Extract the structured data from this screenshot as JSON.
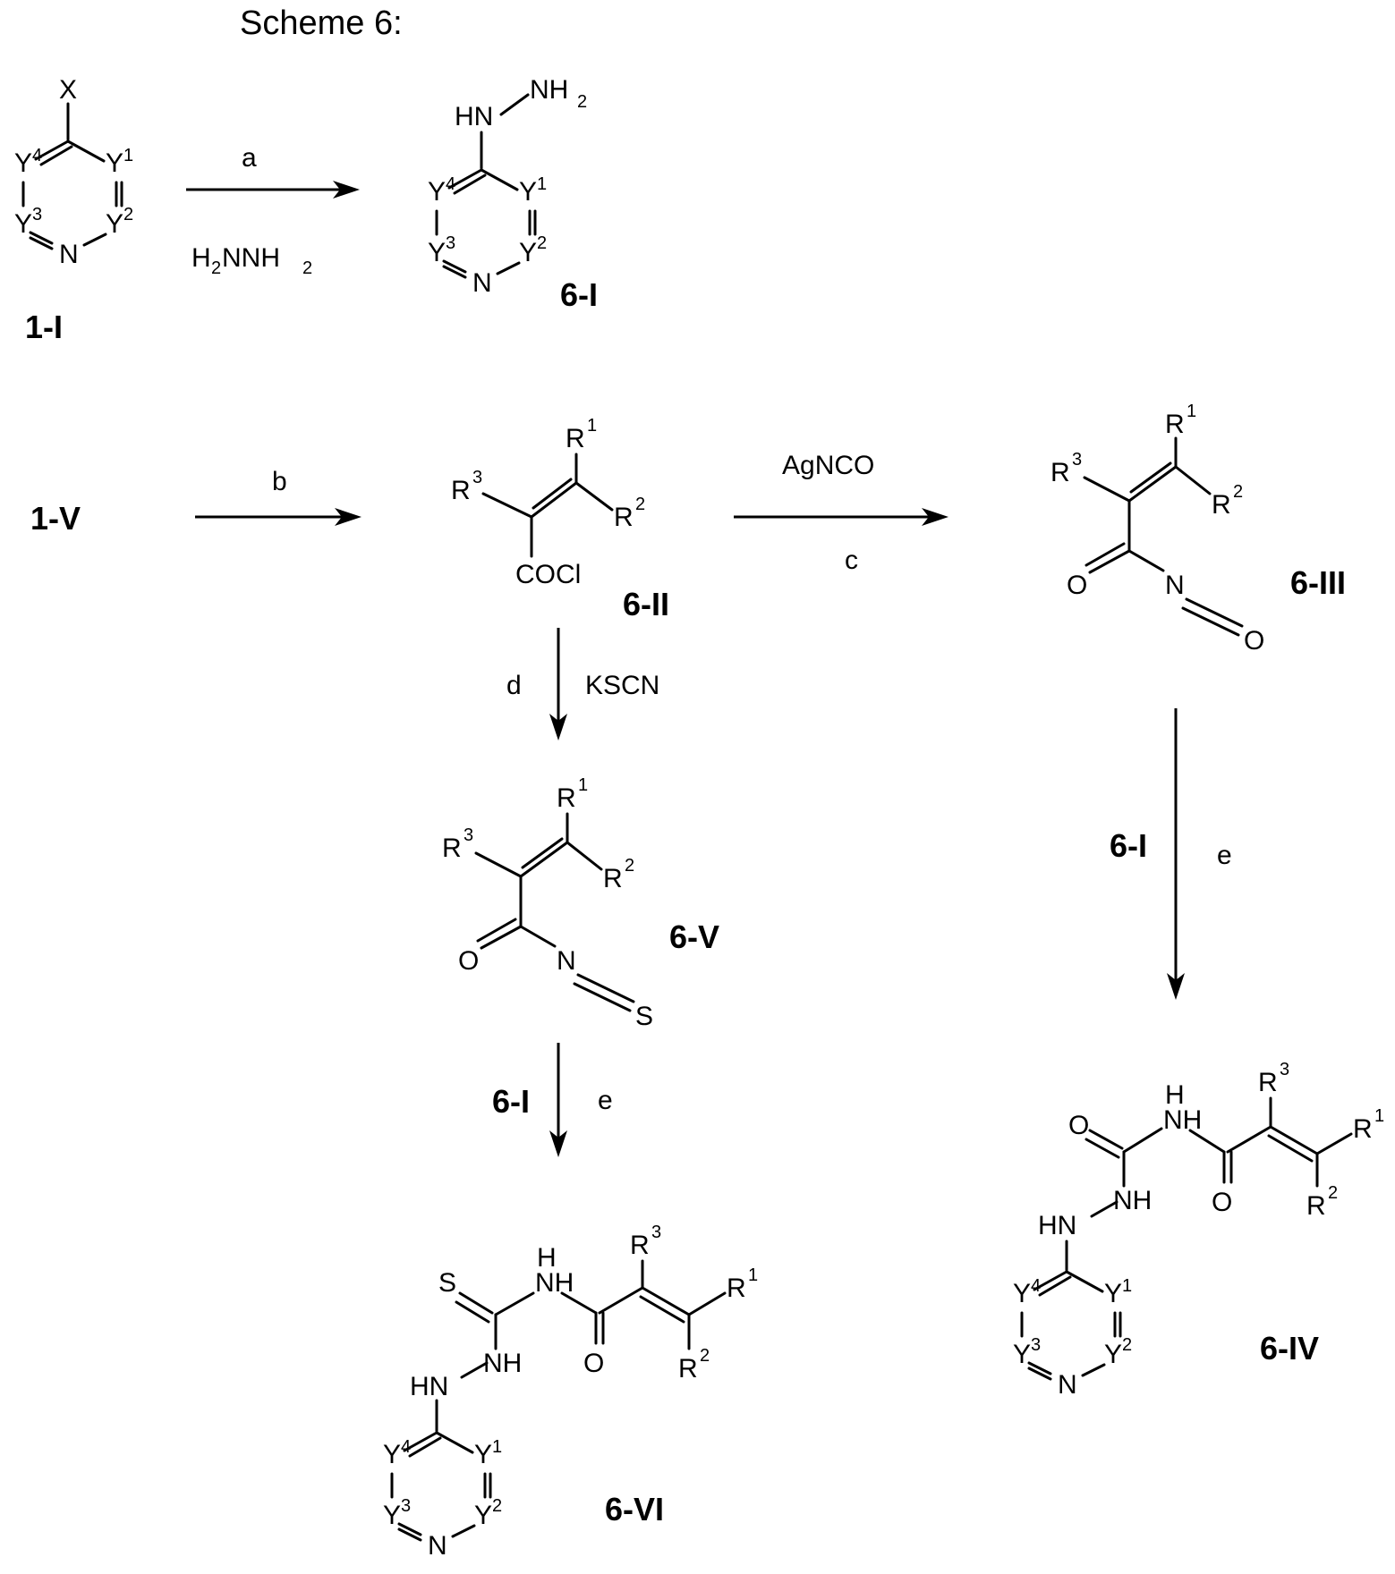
{
  "title": "Scheme 6:",
  "atoms": {
    "X": "X",
    "Y": "Y",
    "N": "N",
    "HN": "HN",
    "NH": "NH",
    "NH2": "NH",
    "H": "H",
    "R": "R",
    "O": "O",
    "S": "S",
    "COCl": "COCl",
    "sub2": "2",
    "s1": "1",
    "s2": "2",
    "s3": "3",
    "s4": "4"
  },
  "compounds": {
    "c1I": "1-I",
    "c1V": "1-V",
    "c6I": "6-I",
    "c6II": "6-II",
    "c6III": "6-III",
    "c6IV": "6-IV",
    "c6V": "6-V",
    "c6VI": "6-VI"
  },
  "conditions": {
    "a": "a",
    "a_reagent_h": "H",
    "a_reagent_nnh": "NNH",
    "b": "b",
    "c": "c",
    "c_reagent": "AgNCO",
    "d": "d",
    "d_reagent": "KSCN",
    "e": "e",
    "e_reagent": "6-I"
  }
}
